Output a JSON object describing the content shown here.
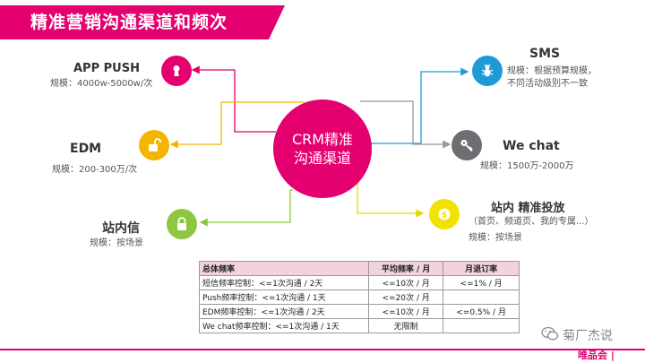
{
  "title": "精准营销沟通渠道和频次",
  "center": {
    "line1": "CRM精准",
    "line2": "沟通渠道"
  },
  "channels": {
    "app_push": {
      "name": "APP PUSH",
      "desc": "规模：4000w-5000w/次"
    },
    "edm": {
      "name": "EDM",
      "desc": "规模：200-300万/次"
    },
    "inbox": {
      "name": "站内信",
      "desc": "规模：按场景"
    },
    "sms": {
      "name": "SMS",
      "desc1": "规模：根据预算规模，",
      "desc2": "不同活动级别不一致"
    },
    "wechat": {
      "name": "We chat",
      "desc": "规模：1500万-2000万"
    },
    "site_ads": {
      "name": "站内 精准投放",
      "desc1": "（首页、频道页、我的专属...）",
      "desc2": "规模：按场景"
    }
  },
  "colors": {
    "brand": "#e4006f",
    "app_push": "#e4006f",
    "edm": "#f4b400",
    "inbox": "#8dc63f",
    "sms": "#1e9bd7",
    "wechat": "#6d6e71",
    "site_ads": "#f2e200"
  },
  "icons": {
    "app_push": "keyhole-icon",
    "edm": "unlocked-padlock-icon",
    "inbox": "padlock-icon",
    "sms": "bug-icon",
    "wechat": "key-icon",
    "site_ads": "coin-icon"
  },
  "table": {
    "headers": [
      "总体频率",
      "平均频率 / 月",
      "月退订率"
    ],
    "rows": [
      [
        "短信频率控制：<=1次沟通 / 2天",
        "<=10次 / 月",
        "<=1% / 月"
      ],
      [
        "Push频率控制：<=1次沟通 / 1天",
        "<=20次 / 月",
        ""
      ],
      [
        "EDM频率控制：<=1次沟通 / 2天",
        "<=10次 / 月",
        "<=0.5% / 月"
      ],
      [
        "We chat频率控制：<=1次沟通 / 1天",
        "无限制",
        ""
      ]
    ]
  },
  "watermark": {
    "text": "菊厂杰说",
    "brand": "唯品会 |"
  }
}
